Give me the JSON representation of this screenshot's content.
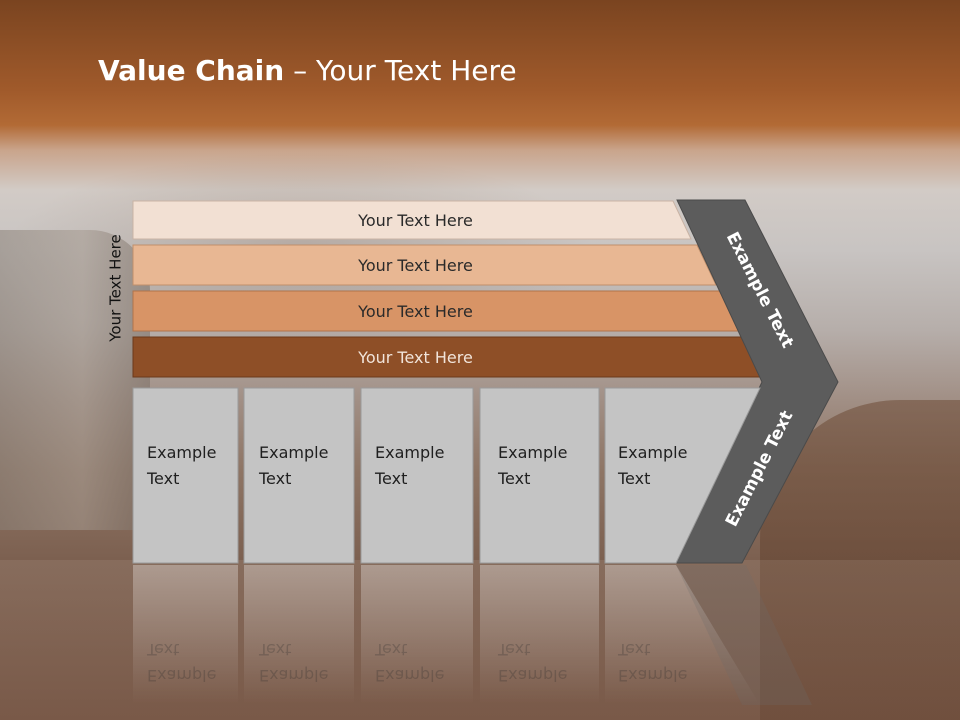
{
  "slide": {
    "title_bold": "Value Chain",
    "title_rest": " – Your Text Here",
    "side_label": "Your Text Here"
  },
  "rows": [
    {
      "label": "Your Text Here",
      "color": "#f2e0d3"
    },
    {
      "label": "Your Text Here",
      "color": "#e8b793"
    },
    {
      "label": "Your Text Here",
      "color": "#d89466"
    },
    {
      "label": "Your Text Here",
      "color": "#8e4f27"
    }
  ],
  "boxes": [
    {
      "label": "Example\nText"
    },
    {
      "label": "Example\nText"
    },
    {
      "label": "Example\nText"
    },
    {
      "label": "Example\nText"
    },
    {
      "label": "Example\nText"
    }
  ],
  "chevron": {
    "top_label": "Example Text",
    "bottom_label": "Example Text",
    "color": "#5c5c5c"
  },
  "colors": {
    "box_fill": "#c4c4c4",
    "box_border": "#9a9a9a"
  }
}
